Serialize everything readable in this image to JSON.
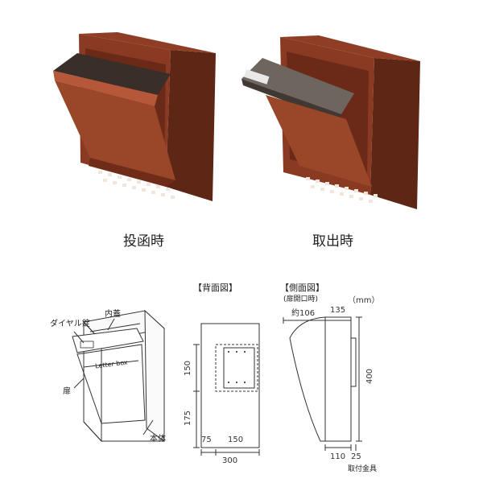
{
  "captions": {
    "posting": "投函時",
    "retrieving": "取出時"
  },
  "diagram": {
    "labels": {
      "dial_lock": "ダイヤル錠",
      "inner_lid": "内蓋",
      "door": "扉",
      "body": "本体",
      "letter_box": "Letter box"
    },
    "back_view": {
      "title": "【背面図】",
      "dims": {
        "top_height": "150",
        "bottom_height": "175",
        "left_offset": "75",
        "inner_width": "150",
        "total_width": "300"
      }
    },
    "side_view": {
      "title": "【側面図】",
      "subtitle": "(扉開口時)",
      "unit": "（mm）",
      "dims": {
        "open_depth": "約106",
        "top_depth": "135",
        "height": "400",
        "bottom_depth": "110",
        "bracket_depth": "25",
        "bracket_label": "取付金具"
      }
    }
  },
  "colors": {
    "body_brown": "#8a3a22",
    "body_dark": "#5e2615",
    "lid_dark": "#3a2e28"
  }
}
